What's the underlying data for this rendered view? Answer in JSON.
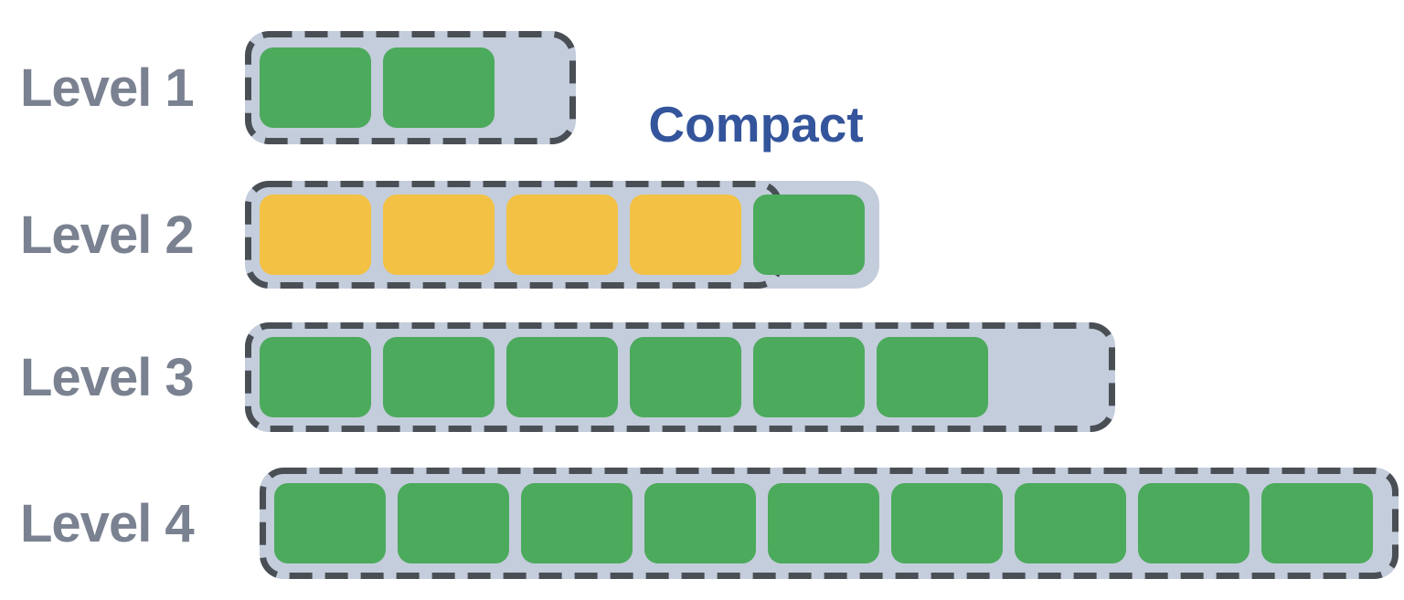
{
  "figure": {
    "annotation": {
      "label": "Compact"
    },
    "levels": [
      {
        "label": "Level 1",
        "blocks": [
          "green",
          "green"
        ]
      },
      {
        "label": "Level 2",
        "blocks": [
          "yellow",
          "yellow",
          "yellow",
          "yellow",
          "green"
        ]
      },
      {
        "label": "Level 3",
        "blocks": [
          "green",
          "green",
          "green",
          "green",
          "green",
          "green"
        ]
      },
      {
        "label": "Level 4",
        "blocks": [
          "green",
          "green",
          "green",
          "green",
          "green",
          "green",
          "green",
          "green",
          "green"
        ]
      }
    ],
    "colors": {
      "green": "#4CAA5C",
      "yellow": "#F3C144",
      "container_fill": "#C4CDDC",
      "dashed_border": "#4A4F55",
      "label_text": "#7A8190",
      "annotation_text": "#34549B",
      "background": "#FFFFFF"
    }
  }
}
